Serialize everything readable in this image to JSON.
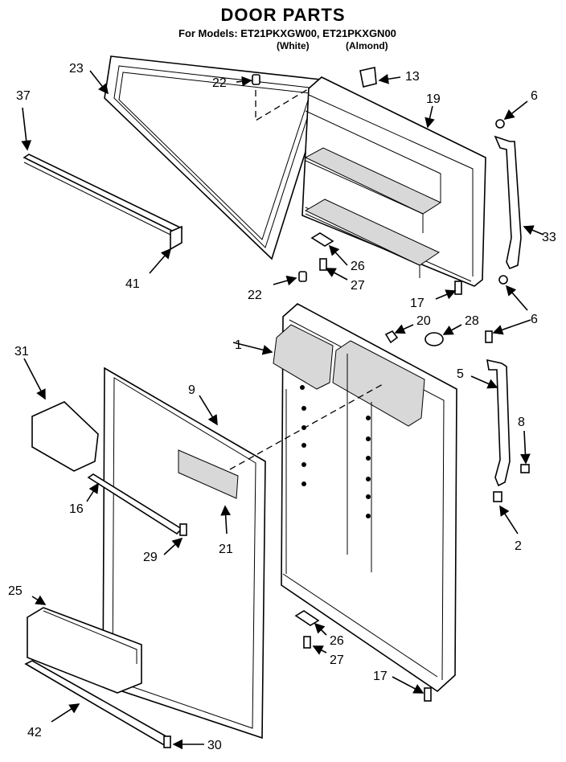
{
  "title": "DOOR PARTS",
  "models_line": "For Models: ET21PKXGW00, ET21PKXGN00",
  "variant_white": "(White)",
  "variant_almond": "(Almond)",
  "callouts": [
    "1",
    "2",
    "5",
    "6",
    "6",
    "8",
    "9",
    "13",
    "16",
    "17",
    "17",
    "19",
    "20",
    "21",
    "22",
    "22",
    "23",
    "25",
    "26",
    "26",
    "27",
    "27",
    "28",
    "29",
    "30",
    "31",
    "33",
    "37",
    "41",
    "42"
  ]
}
